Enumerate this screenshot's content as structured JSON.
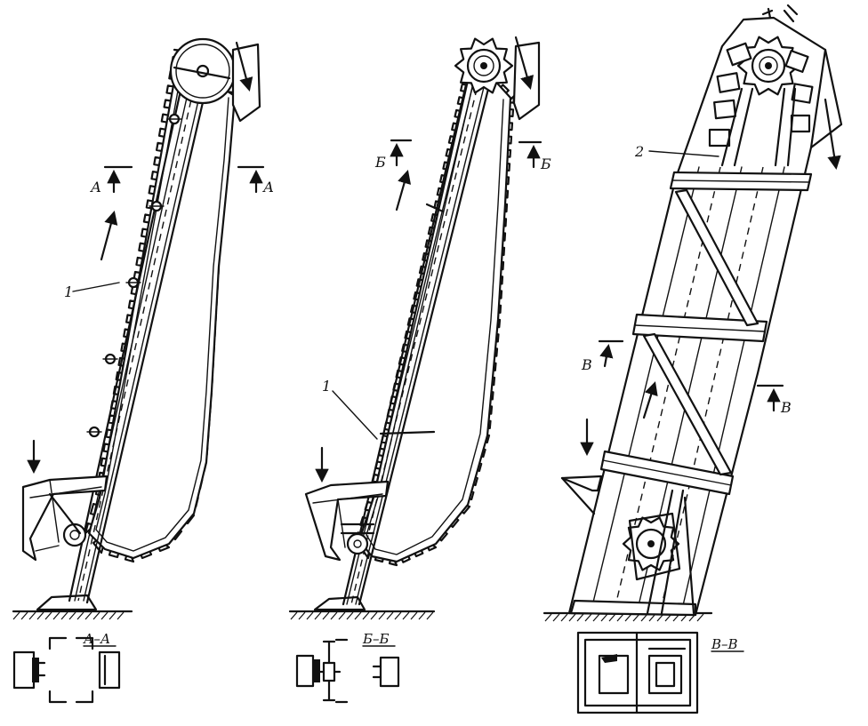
{
  "labels": {
    "section_a_left": "А",
    "section_a_right": "А",
    "section_a_caption": "А–А",
    "part_1_left": "1",
    "section_b_left": "Б",
    "section_b_right": "Б",
    "section_b_caption": "Б–Б",
    "part_1_middle": "1",
    "part_2_right": "2",
    "section_v_left": "В",
    "section_v_right": "В",
    "section_v_caption": "В–В"
  }
}
